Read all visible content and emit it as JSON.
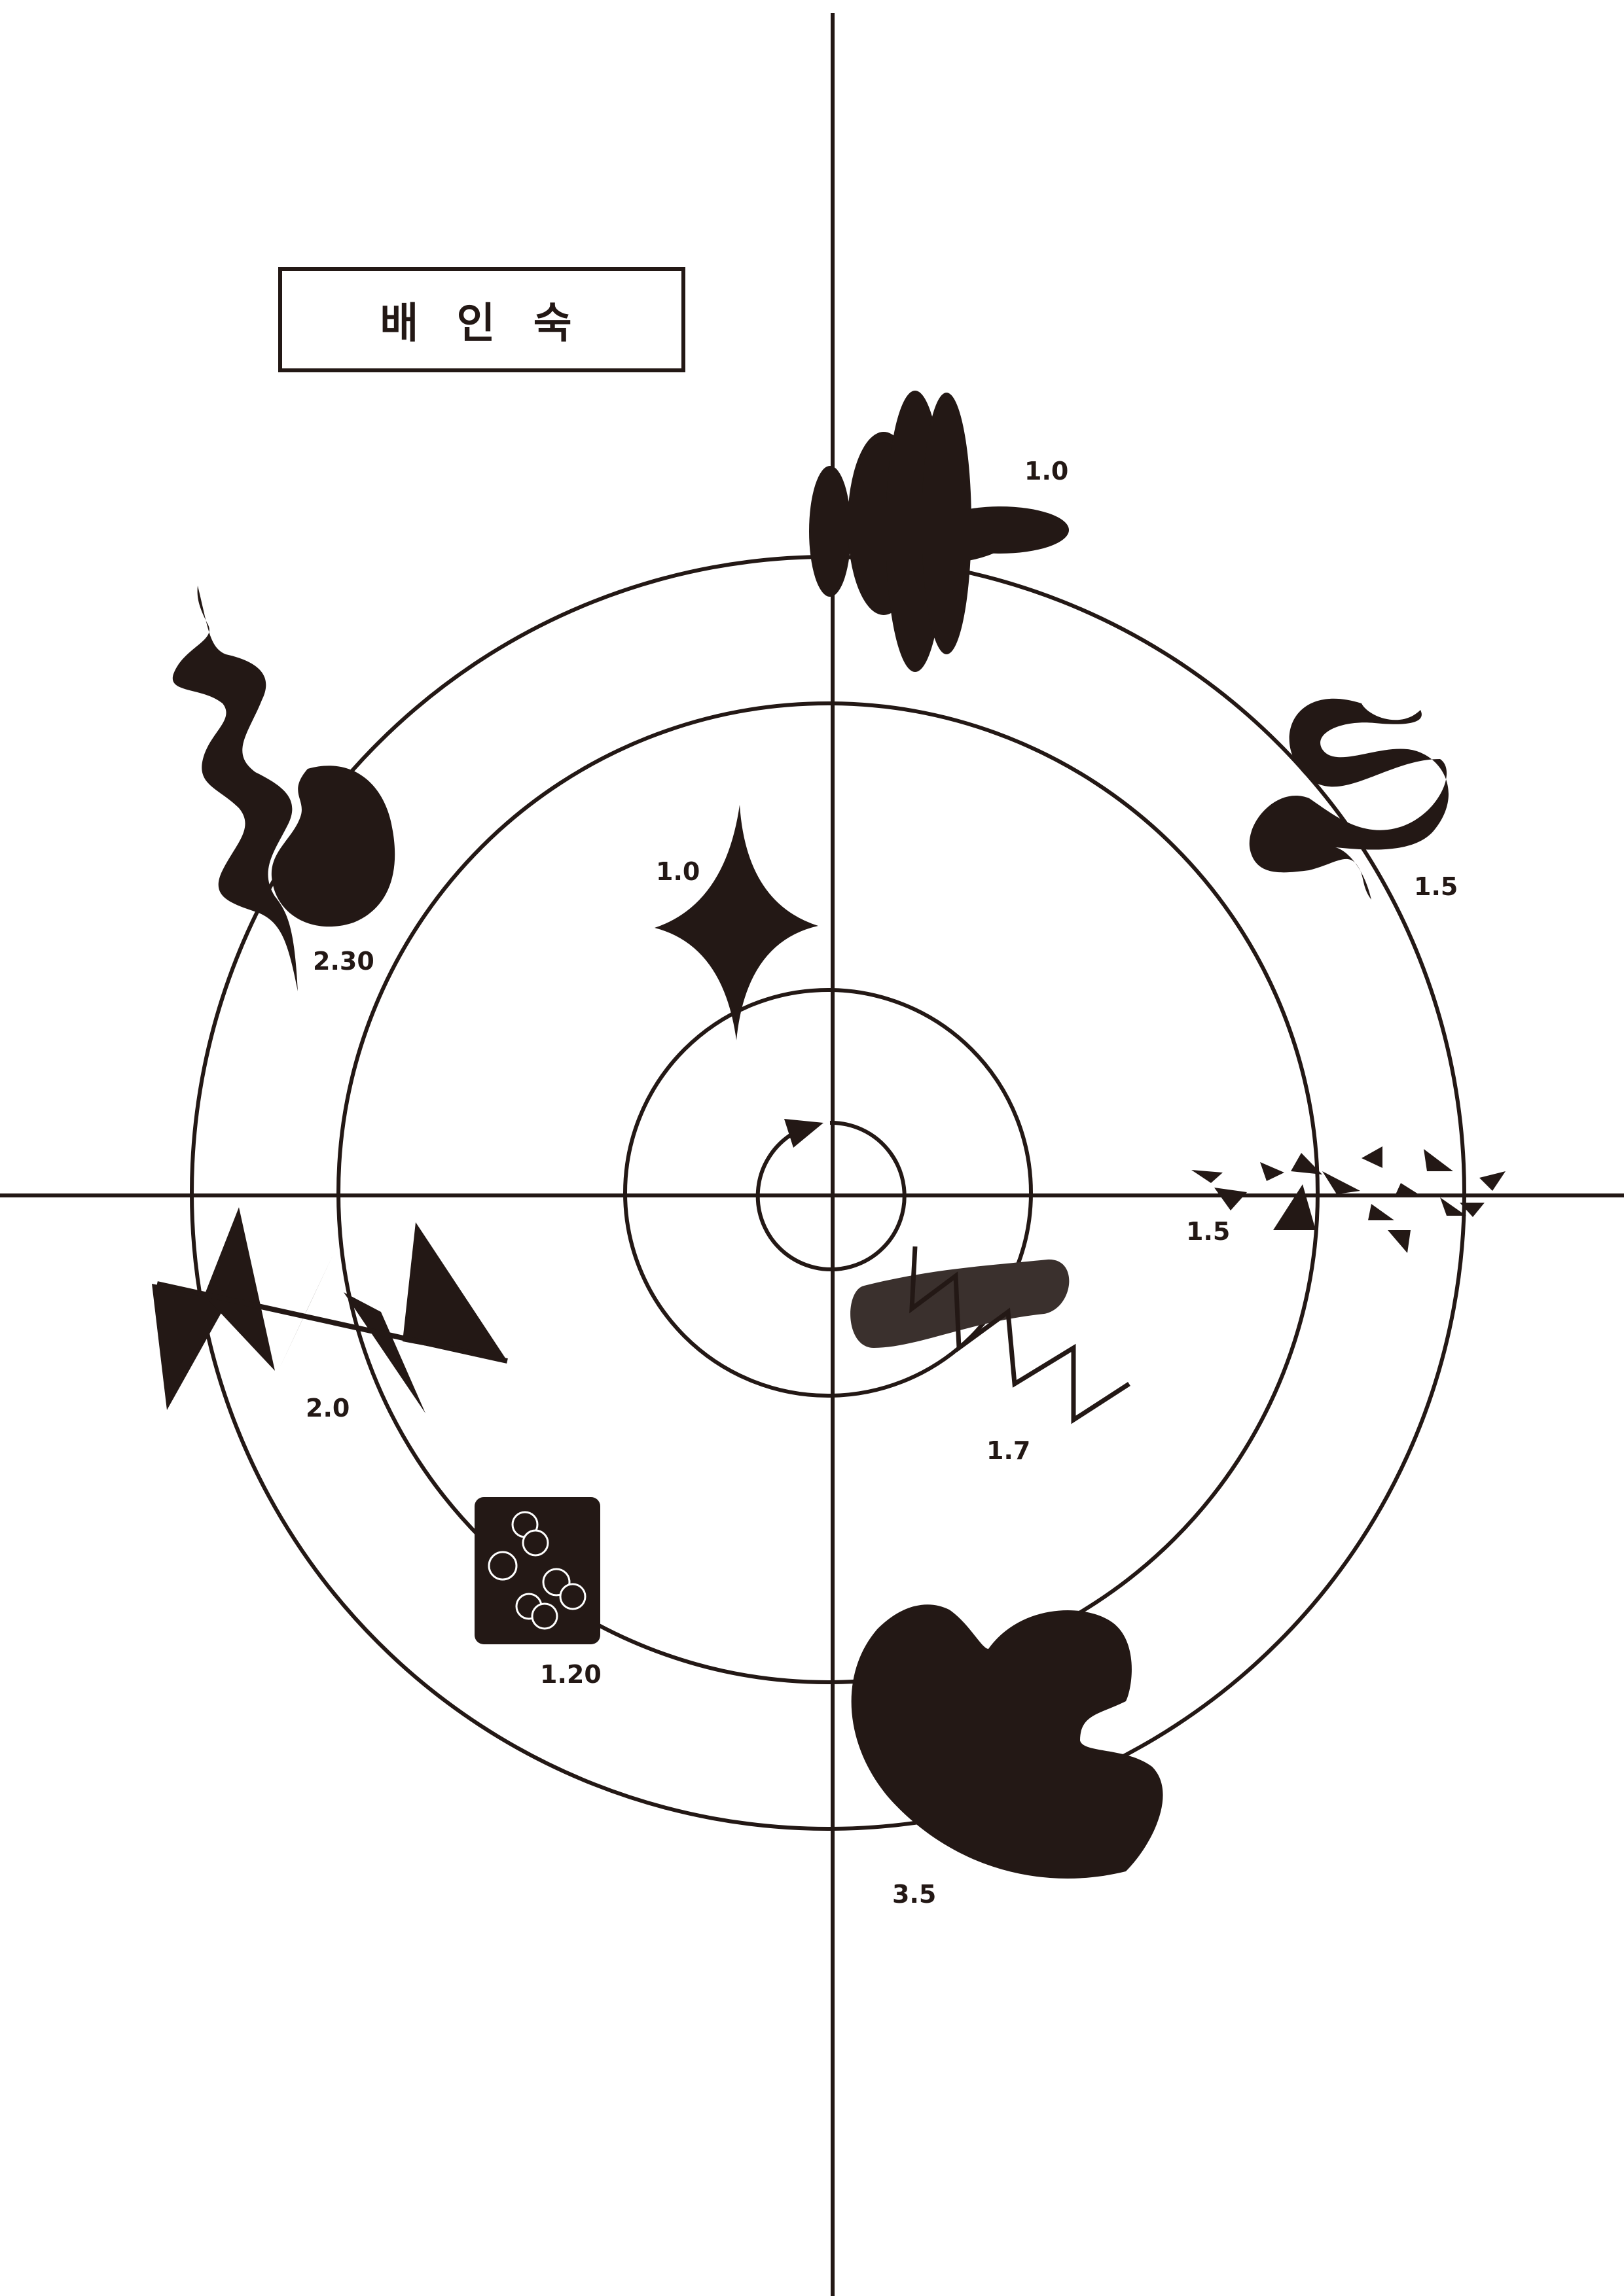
{
  "title": "배 인 숙",
  "colors": {
    "ink": "#231815",
    "background": "#ffffff",
    "smudge": "#3a302d"
  },
  "labels": {
    "top_cluster": "1.0",
    "sparkle": "1.0",
    "swirl": "1.5",
    "wave_blob": "2.30",
    "shards": "1.5",
    "zigzag_strip": "1.7",
    "sawtooth": "2.0",
    "bubbles_square": "1.20",
    "big_blob": "3.5"
  }
}
